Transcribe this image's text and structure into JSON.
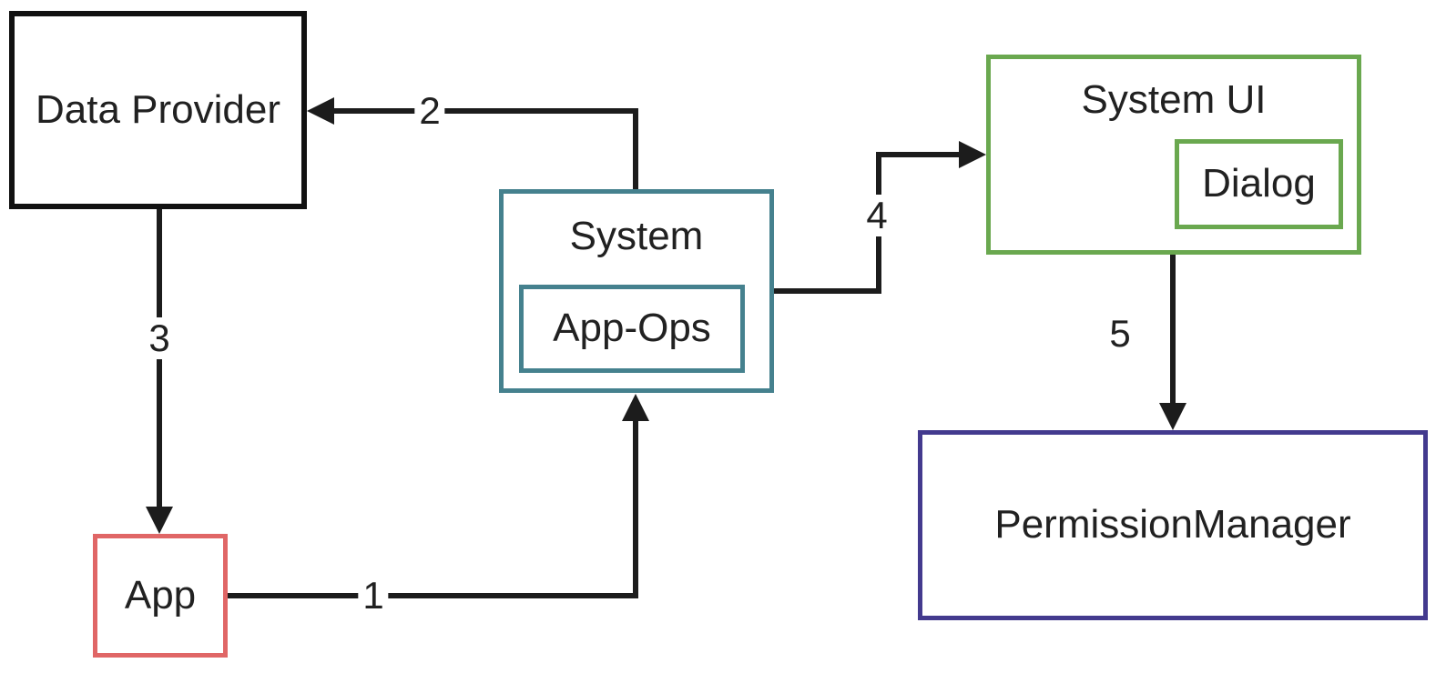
{
  "title": "App permission flow diagram",
  "boxes": {
    "data_provider": {
      "label": "Data Provider",
      "border_color": "#111111"
    },
    "app": {
      "label": "App",
      "border_color": "#e06666"
    },
    "system": {
      "label": "System",
      "border_color": "#45818e"
    },
    "app_ops": {
      "label": "App-Ops",
      "border_color": "#45818e"
    },
    "system_ui": {
      "label": "System UI",
      "border_color": "#6aa84f"
    },
    "dialog": {
      "label": "Dialog",
      "border_color": "#6aa84f"
    },
    "permission_manager": {
      "label": "PermissionManager",
      "border_color": "#433a8e"
    }
  },
  "arrows": {
    "a1": {
      "label": "1",
      "from": "App",
      "to": "System"
    },
    "a2": {
      "label": "2",
      "from": "System",
      "to": "Data Provider"
    },
    "a3": {
      "label": "3",
      "from": "Data Provider",
      "to": "App"
    },
    "a4": {
      "label": "4",
      "from": "System",
      "to": "System UI"
    },
    "a5": {
      "label": "5",
      "from": "System UI",
      "to": "PermissionManager"
    }
  },
  "colors": {
    "line": "#1c1c1c",
    "text": "#212121",
    "black_box": "#111111",
    "teal": "#45818e",
    "green": "#6aa84f",
    "red": "#e06666",
    "purple": "#433a8e",
    "background": "#ffffff"
  }
}
